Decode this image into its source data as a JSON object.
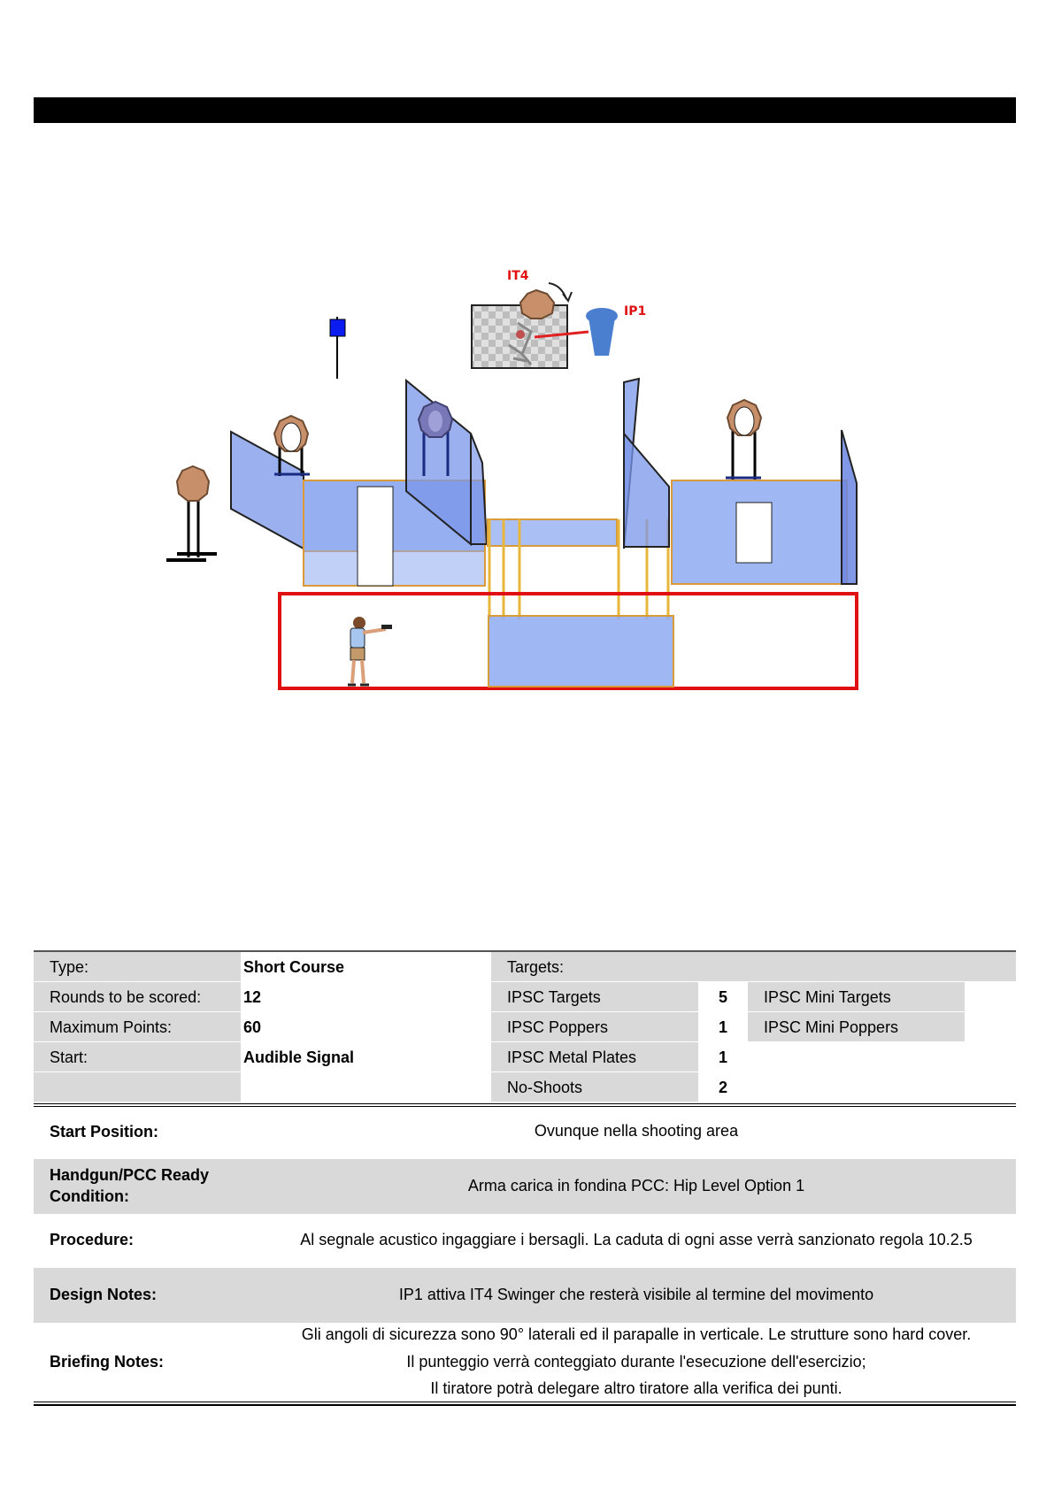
{
  "diagram": {
    "labels": {
      "it4": "IT4",
      "ip1": "IP1"
    }
  },
  "summary": {
    "type_label": "Type:",
    "type_value": "Short Course",
    "rounds_label": "Rounds to be scored:",
    "rounds_value": "12",
    "points_label": "Maximum Points:",
    "points_value": "60",
    "start_label": "Start:",
    "start_value": "Audible Signal",
    "targets_header": "Targets:",
    "targets": [
      {
        "label": "IPSC Targets",
        "count": "5"
      },
      {
        "label": "IPSC Poppers",
        "count": "1"
      },
      {
        "label": "IPSC Metal Plates",
        "count": "1"
      },
      {
        "label": "No-Shoots",
        "count": "2"
      }
    ],
    "mini": [
      {
        "label": "IPSC Mini Targets"
      },
      {
        "label": "IPSC Mini Poppers"
      }
    ]
  },
  "details": {
    "start_position_label": "Start Position:",
    "start_position_value": "Ovunque nella shooting area",
    "ready_label_1": "Handgun/PCC Ready",
    "ready_label_2": "Condition:",
    "ready_value": "Arma carica in fondina PCC: Hip Level Option 1",
    "procedure_label": "Procedure:",
    "procedure_value": "Al segnale acustico ingaggiare i bersagli. La caduta di ogni asse verrà sanzionato regola 10.2.5",
    "design_label": "Design Notes:",
    "design_value": "IP1 attiva IT4 Swinger che resterà visibile al termine del movimento",
    "briefing_label": "Briefing Notes:",
    "briefing_lines": [
      "Gli angoli di sicurezza sono 90° laterali ed il parapalle in verticale. Le strutture sono hard cover.",
      "Il punteggio verrà conteggiato durante l'esecuzione dell'esercizio;",
      "Il tiratore potrà delegare altro tiratore alla verifica dei punti."
    ]
  }
}
